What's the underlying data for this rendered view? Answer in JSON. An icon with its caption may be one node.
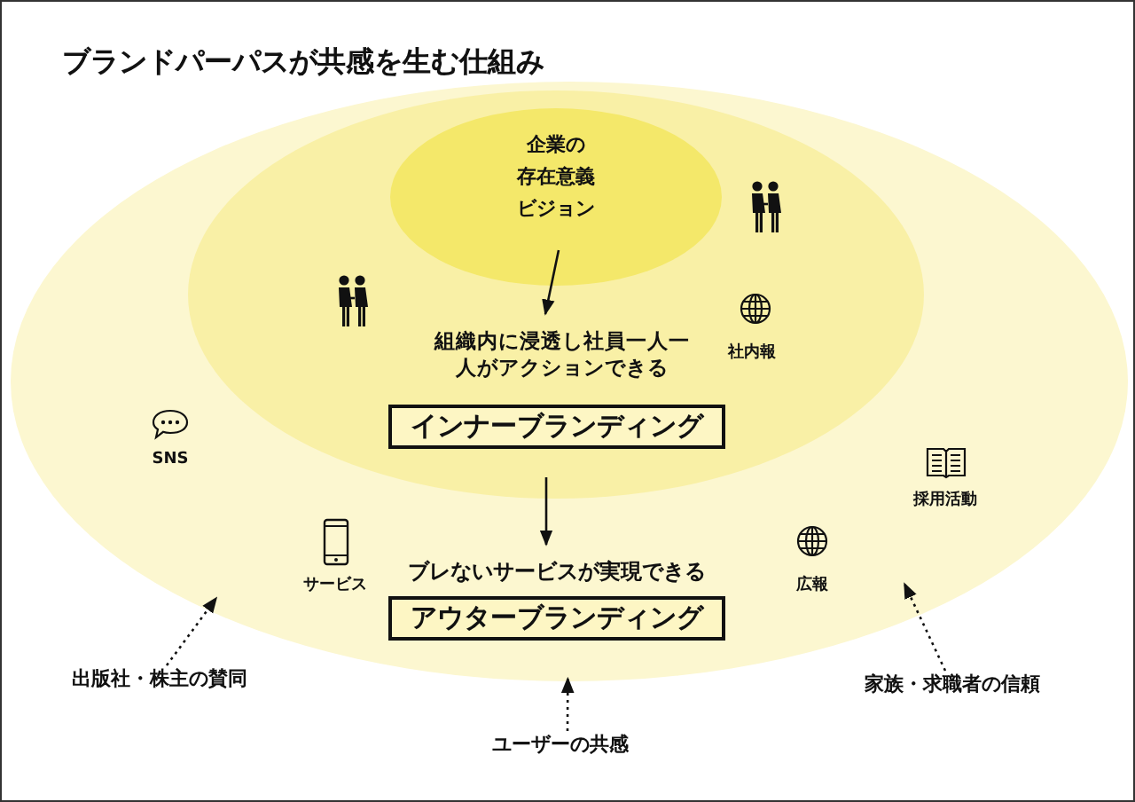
{
  "diagram": {
    "title": "ブランドパーパスが共感を生む仕組み",
    "nodes": [
      {
        "text": [],
        "shape": "ellipse"
      },
      {
        "text": [],
        "shape": "ellipse",
        "in": 0
      },
      {
        "text": [
          "企業の",
          "存在意義",
          "ビジョン"
        ],
        "in": 1
      },
      {
        "text": [
          "組織内に浸透し社員一人一人がアクションできる"
        ],
        "in": 1
      },
      {
        "text": [
          "インナーブランディング"
        ],
        "in": 1
      },
      {
        "text": [
          "ブレないサービスが実現できる"
        ],
        "in": 0
      },
      {
        "text": [
          "アウターブランディング"
        ],
        "in": 0
      },
      {
        "text": [
          "出版社・株主の賛同"
        ]
      },
      {
        "text": [
          "ユーザーの共感"
        ]
      },
      {
        "text": [
          "家族・求職者の信頼"
        ]
      }
    ],
    "edges": [
      {
        "from": 2,
        "to": 3,
        "arrow": "to"
      },
      {
        "from": 4,
        "to": 5,
        "arrow": "to"
      },
      {
        "from": 7,
        "to": null,
        "arrow": "to",
        "style": "dashed"
      },
      {
        "from": 8,
        "to": 0,
        "arrow": "to",
        "style": "dashed"
      },
      {
        "from": 9,
        "to": null,
        "arrow": "to",
        "style": "dashed"
      }
    ],
    "labels": [
      "社内報",
      "SNS",
      "採用活動",
      "サービス",
      "広報"
    ]
  }
}
